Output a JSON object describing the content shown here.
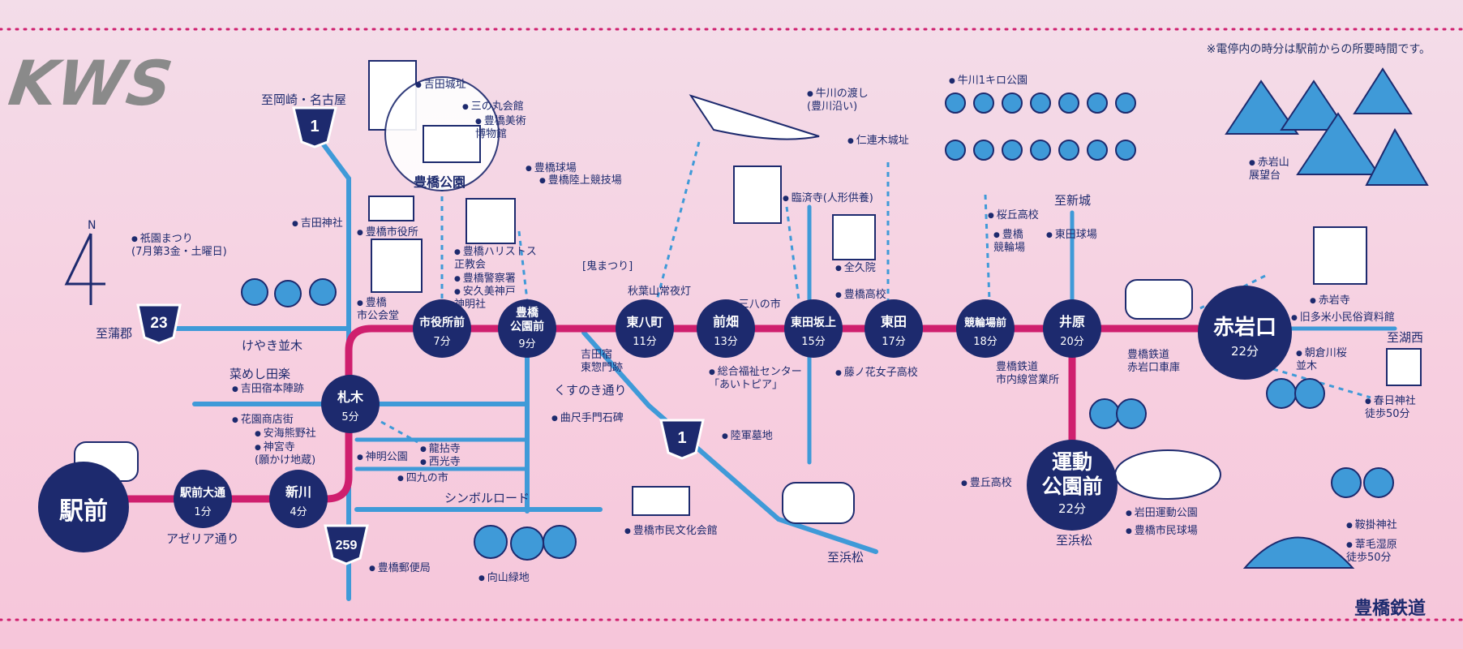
{
  "logo": "KWS",
  "operator": "豊橋鉄道",
  "note": "※電停内の時分は駅前からの所要時間です。",
  "north": "N",
  "colors": {
    "line": "#cf1f6e",
    "road": "#3f9ad8",
    "station": "#1d2a6e",
    "bg_top": "#f3dde9",
    "bg_bottom": "#f6c6da"
  },
  "stations": [
    {
      "id": "ekimae",
      "name": "駅前",
      "time": ""
    },
    {
      "id": "ekimae-odori",
      "name": "駅前大通",
      "time": "1分"
    },
    {
      "id": "shinkawa",
      "name": "新川",
      "time": "4分"
    },
    {
      "id": "fudagi",
      "name": "札木",
      "time": "5分"
    },
    {
      "id": "shiyakusho",
      "name": "市役所前",
      "time": "7分"
    },
    {
      "id": "koen",
      "name": "豊橋\n公園前",
      "time": "9分"
    },
    {
      "id": "higashi-hatcho",
      "name": "東八町",
      "time": "11分"
    },
    {
      "id": "maebata",
      "name": "前畑",
      "time": "13分"
    },
    {
      "id": "azumada-sakaue",
      "name": "東田坂上",
      "time": "15分"
    },
    {
      "id": "azumada",
      "name": "東田",
      "time": "17分"
    },
    {
      "id": "keirinjo",
      "name": "競輪場前",
      "time": "18分"
    },
    {
      "id": "ihara",
      "name": "井原",
      "time": "20分"
    },
    {
      "id": "akaiwaguchi",
      "name": "赤岩口",
      "time": "22分"
    },
    {
      "id": "undokoen",
      "name": "運動\n公園前",
      "time": "22分"
    }
  ],
  "destinations": {
    "okazaki": "至岡崎・名古屋",
    "gamagori": "至蒲郡",
    "shinshiro": "至新城",
    "kosai": "至湖西",
    "hamamatsu1": "至浜松",
    "hamamatsu2": "至浜松"
  },
  "routes": [
    "1",
    "23",
    "1",
    "259"
  ],
  "roads": [
    "けやき並木",
    "アゼリア通り",
    "くすのき通り",
    "シンボルロード",
    "菜めし田楽"
  ],
  "landmarks": [
    "吉田城址",
    "三の丸会館",
    "豊橋美術\n博物館",
    "豊橋公園",
    "豊橋球場",
    "豊橋陸上競技場",
    "吉田神社",
    "豊橋市役所",
    "豊橋ハリストス\n正教会",
    "豊橋警察署",
    "安久美神戸\n神明社",
    "豊橋\n市公会堂",
    "[鬼まつり]",
    "祇園まつり\n(7月第3金・土曜日)",
    "吉田宿本陣跡",
    "花園商店街",
    "安海熊野社",
    "神宮寺\n(願かけ地蔵)",
    "神明公園",
    "龍拈寺",
    "西光寺",
    "四九の市",
    "豊橋郵便局",
    "向山緑地",
    "豊橋市民文化会館",
    "吉田宿\n東惣門跡",
    "曲尺手門石碑",
    "陸軍墓地",
    "秋葉山常夜灯",
    "三八の市",
    "総合福祉センター\n「あいトピア」",
    "牛川の渡し\n(豊川沿い)",
    "仁連木城址",
    "臨済寺(人形供養)",
    "全久院",
    "豊橋高校",
    "藤ノ花女子高校",
    "牛川1キロ公園",
    "桜丘高校",
    "豊橋\n競輪場",
    "東田球場",
    "豊橋鉄道\n市内線営業所",
    "豊丘高校",
    "岩田運動公園",
    "豊橋市民球場",
    "豊橋鉄道\n赤岩口車庫",
    "赤岩山\n展望台",
    "赤岩寺",
    "旧多米小民俗資料館",
    "朝倉川桜\n並木",
    "春日神社\n徒歩50分",
    "鞍掛神社",
    "葦毛湿原\n徒歩50分"
  ]
}
